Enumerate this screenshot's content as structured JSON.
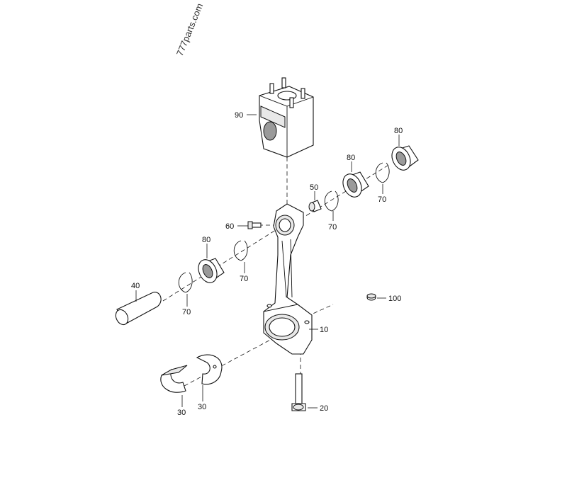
{
  "watermark": "777parts.com",
  "callouts": {
    "c90": "90",
    "c80a": "80",
    "c80b": "80",
    "c80c": "80",
    "c70a": "70",
    "c70b": "70",
    "c70c": "70",
    "c70d": "70",
    "c50": "50",
    "c60": "60",
    "c40": "40",
    "c10": "10",
    "c100": "100",
    "c30a": "30",
    "c30b": "30",
    "c20": "20"
  }
}
